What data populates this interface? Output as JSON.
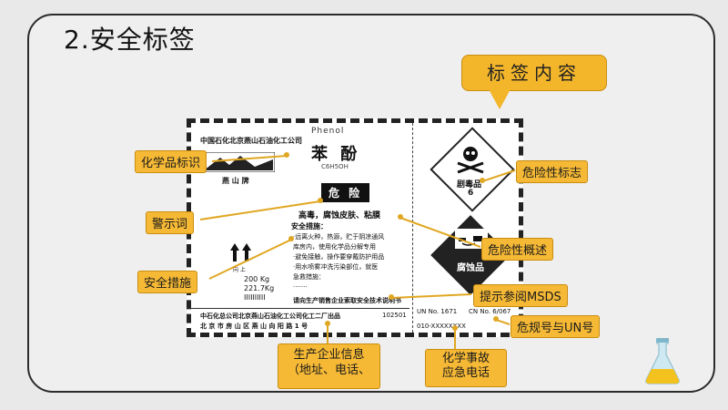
{
  "page": {
    "title": "2.安全标签",
    "main_callout": "标签内容"
  },
  "labels": {
    "chemical_identity": "化学品标识",
    "warning_word": "警示词",
    "safety_measures": "安全措施",
    "hazard_symbol": "危险性标志",
    "hazard_overview": "危险性概述",
    "msds_hint": "提示参阅MSDS",
    "hazard_number": "危规号与UN号",
    "manufacturer_info_1": "生产企业信息",
    "manufacturer_info_2": "（地址、电话、",
    "emergency_phone_1": "化学事故",
    "emergency_phone_2": "应急电话"
  },
  "label_doc": {
    "company_top": "中国石化北京燕山石油化工公司",
    "brand": "燕 山 牌",
    "chem_en": "Phenol",
    "chem_cn": "苯 酚",
    "formula": "C6H5OH",
    "danger_word": "危 险",
    "hazard_text": "高毒，腐蚀皮肤、粘膜",
    "safety_title": "安全措施：",
    "safety_lines": [
      "·远离火种，热源，贮于阴凉通风",
      "  库房内，使用化学品分解专用",
      "·避免接触，操作要穿戴防护用品",
      "·用水喷雾冲洗污染部位，就医",
      "  急救措施：",
      "·······"
    ],
    "netweight": "200 Kg",
    "grossweight": "221.7Kg",
    "batch": "IIIIIIIIII",
    "up_mark": "向 上",
    "msds_line": "请向生产销售企业索取安全技术说明书",
    "company_bottom": "中石化总公司北京燕山石油化工公司化工二厂出品",
    "address": "北 京 市 房 山 区 燕 山 向 阳 路 1 号",
    "postcode": "102501",
    "emergency_line": "010-XXXXXXXX",
    "un_no": "UN No. 1671",
    "cn_no": "CN No. 6/067",
    "sign1_text": "剧毒品",
    "sign1_num": "6",
    "sign2_text": "腐蚀品"
  }
}
